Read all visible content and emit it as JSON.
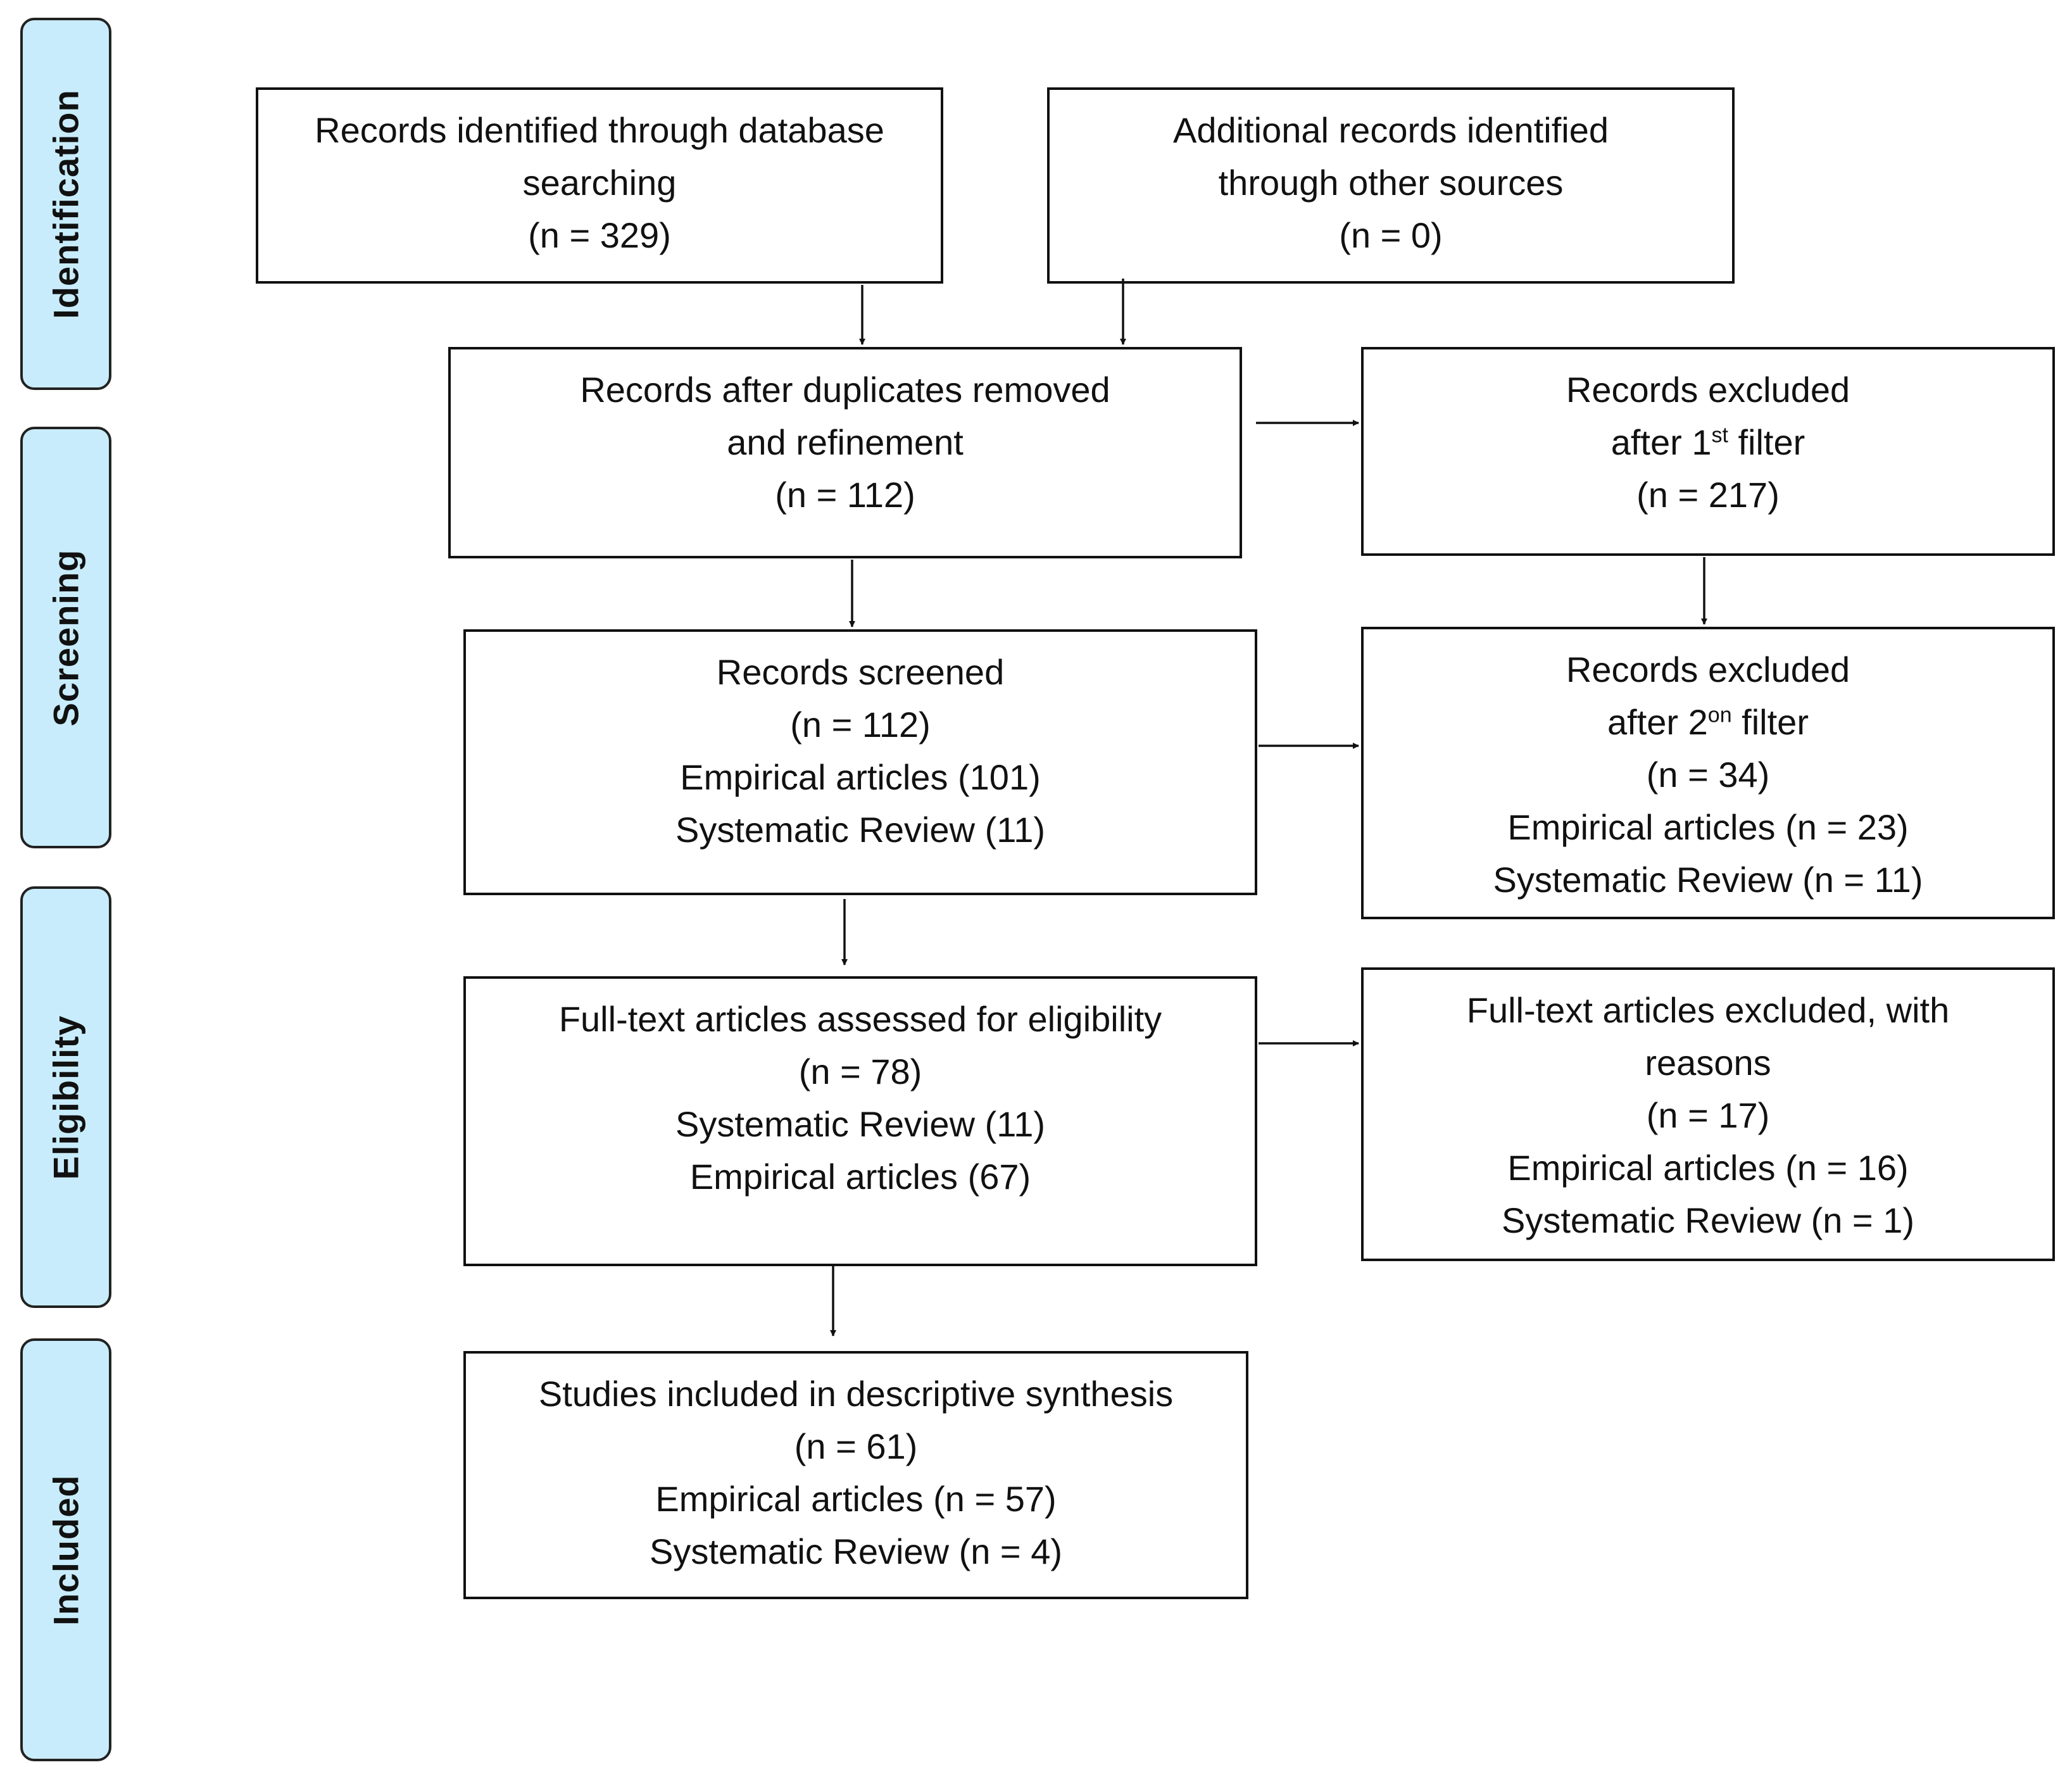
{
  "phases": {
    "identification": "Identification",
    "screening": "Screening",
    "eligibility": "Eligibility",
    "included": "Included"
  },
  "boxes": {
    "db_search": {
      "line1": "Records identified through database",
      "line2": "searching",
      "count": "(n = 329)"
    },
    "other_sources": {
      "line1": "Additional records identified",
      "line2": "through other sources",
      "count": "(n = 0)"
    },
    "after_duplicates": {
      "line1": "Records after duplicates removed",
      "line2": "and refinement",
      "count": "(n = 112)"
    },
    "excluded_first": {
      "line1": "Records excluded",
      "line2_pre": "after 1",
      "line2_sup": "st",
      "line2_post": " filter",
      "count": "(n = 217)"
    },
    "screened": {
      "line1": "Records screened",
      "count": "(n = 112)",
      "line3": "Empirical articles (101)",
      "line4": "Systematic Review (11)"
    },
    "excluded_second": {
      "line1": "Records excluded",
      "line2_pre": "after 2",
      "line2_sup": "on",
      "line2_post": " filter",
      "count": "(n = 34)",
      "line4": "Empirical articles (n = 23)",
      "line5": "Systematic Review (n = 11)"
    },
    "fulltext_assessed": {
      "line1": "Full-text articles assessed for eligibility",
      "count": "(n = 78)",
      "line3": "Systematic Review (11)",
      "line4": "Empirical articles (67)"
    },
    "fulltext_excluded": {
      "line1": "Full-text articles excluded, with",
      "line2": "reasons",
      "count": "(n = 17)",
      "line4": "Empirical articles (n = 16)",
      "line5": "Systematic Review (n = 1)"
    },
    "included_studies": {
      "line1": "Studies included in descriptive synthesis",
      "count": "(n = 61)",
      "line3": "Empirical articles (n = 57)",
      "line4": "Systematic Review (n = 4)"
    }
  },
  "colors": {
    "phase_fill": "#c8ecfb",
    "line": "#111111"
  }
}
